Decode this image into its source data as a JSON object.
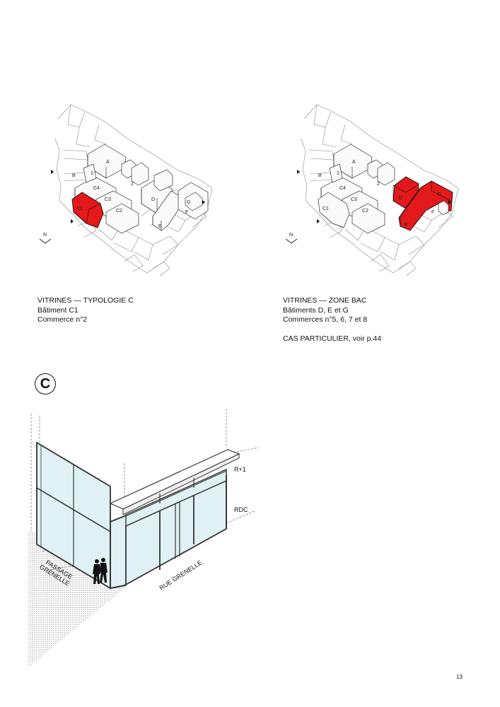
{
  "left_plan": {
    "north_label": "N",
    "building_labels": {
      "A": "A",
      "B": "B",
      "C1": "C1",
      "C2": "C2",
      "C3": "C3",
      "C4": "C4",
      "D": "D",
      "E": "E",
      "F": "F",
      "G": "G",
      "n1": "1",
      "n2": "2"
    },
    "highlight_color": "#e3191b"
  },
  "right_plan": {
    "north_label": "N",
    "building_labels": {
      "A": "A",
      "B": "B",
      "C1": "C1",
      "C2": "C2",
      "C3": "C3",
      "C4": "C4",
      "D": "D",
      "E": "E",
      "F": "F",
      "G": "G",
      "n1": "1",
      "n2": "2"
    },
    "highlight_color": "#e3191b"
  },
  "caption_left": {
    "title": "VITRINES — TYPOLOGIE C",
    "line2": "Bâtiment C1",
    "line3": "Commerce n°2"
  },
  "caption_right": {
    "title": "VITRINES — ZONE BAC",
    "line2": "Bâtiments D, E et G",
    "line3": "Commerces n°5, 6, 7 et 8",
    "note": "CAS PARTICULIER, voir p.44"
  },
  "section_badge": "C",
  "axo": {
    "level_r1": "R+1",
    "level_rdc": "RDC",
    "street_passage": "PASSAGE GRENELLE",
    "street_passage_line1": "PASSAGE",
    "street_passage_line2": "GRENELLE",
    "street_rue": "RUE GRENELLE",
    "glass_color": "#dff1f4"
  },
  "page_number": "13"
}
